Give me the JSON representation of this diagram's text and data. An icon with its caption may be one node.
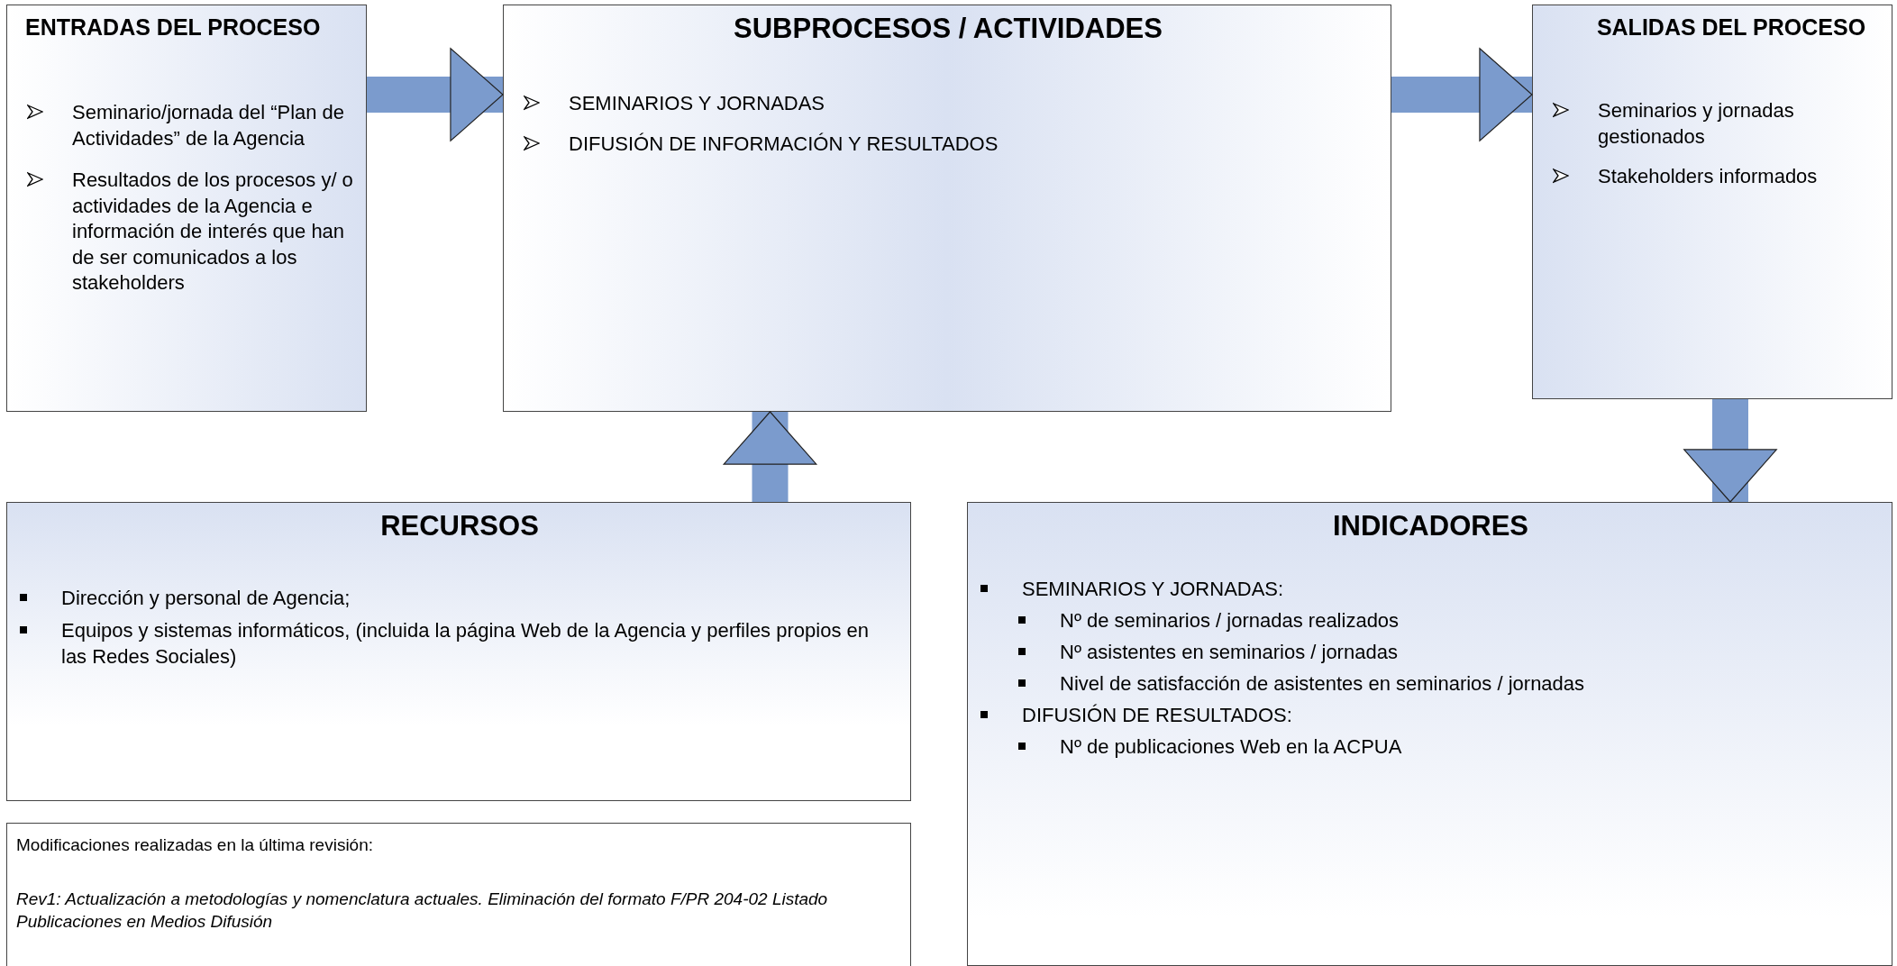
{
  "diagram": {
    "nodes": [
      {
        "text": [
          "ENTRADAS DEL PROCESO",
          "Seminario/jornada del “Plan de Actividades” de la Agencia",
          "Resultados de los procesos y/ o actividades de la Agencia e información de interés que han de ser comunicados a los stakeholders"
        ]
      },
      {
        "text": [
          "SUBPROCESOS / ACTIVIDADES",
          "SEMINARIOS Y JORNADAS",
          "DIFUSIÓN DE INFORMACIÓN Y RESULTADOS"
        ]
      },
      {
        "text": [
          "SALIDAS DEL PROCESO",
          "Seminarios y jornadas gestionados",
          "Stakeholders informados"
        ]
      },
      {
        "text": [
          "RECURSOS",
          "Dirección y personal de Agencia;",
          "Equipos y sistemas informáticos, (incluida la página Web de la Agencia y perfiles propios en las Redes Sociales)"
        ]
      },
      {
        "text": [
          "INDICADORES",
          "SEMINARIOS Y JORNADAS:",
          "Nº de seminarios / jornadas realizados",
          "Nº asistentes en seminarios / jornadas",
          "Nivel de satisfacción de asistentes en seminarios / jornadas",
          "DIFUSIÓN DE RESULTADOS:",
          "Nº de publicaciones Web en la ACPUA"
        ]
      },
      {
        "text": [
          "Modificaciones realizadas en la última revisión:",
          "Rev1: Actualización a metodologías y nomenclatura actuales. Eliminación del formato F/PR 204-02 Listado Publicaciones en Medios Difusión"
        ]
      }
    ],
    "edges": [
      {
        "from": 0,
        "to": 1,
        "arrow": "to"
      },
      {
        "from": 1,
        "to": 2,
        "arrow": "to"
      },
      {
        "from": 3,
        "to": 1,
        "arrow": "to"
      },
      {
        "from": 2,
        "to": 4,
        "arrow": "to"
      }
    ]
  }
}
